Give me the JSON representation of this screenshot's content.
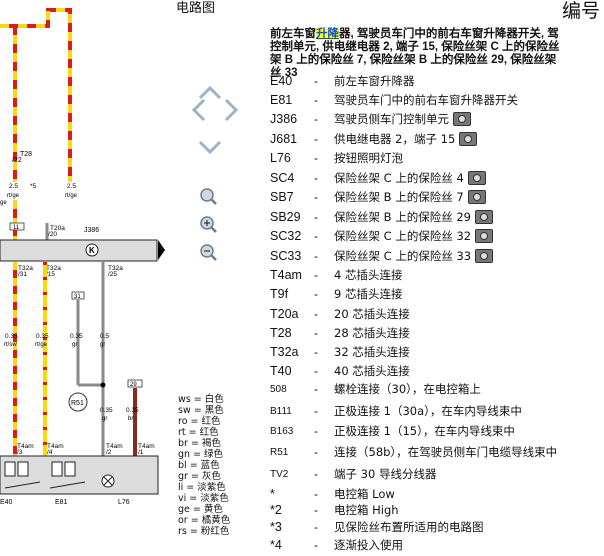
{
  "header": {
    "diagram_title": "电路图",
    "number_label": "编号"
  },
  "description": {
    "prefix": "前左车窗",
    "highlight": "升降",
    "lines": [
      "器, 驾驶员车门中的前右车窗升降器开关, 驾",
      "控制单元, 供电继电器 2, 端子 15, 保险丝架 C 上的保险丝",
      "架 B 上的保险丝 7, 保险丝架 B 上的保险丝 29, 保险丝架",
      "丝 33"
    ]
  },
  "controls": {
    "up": "up-arrow",
    "left": "left-arrow",
    "right": "right-arrow",
    "down": "down-arrow",
    "zoom_fit": "zoom-magnifier",
    "zoom_in": "zoom-in",
    "zoom_out": "zoom-out"
  },
  "legend": [
    {
      "code": "E40",
      "text": "前左车窗升降器",
      "cam": false
    },
    {
      "code": "E81",
      "text": "驾驶员车门中的前右车窗升降器开关",
      "cam": false
    },
    {
      "code": "J386",
      "text": "驾驶员侧车门控制单元",
      "cam": true
    },
    {
      "code": "J681",
      "text": "供电继电器 2，端子 15",
      "cam": true
    },
    {
      "code": "L76",
      "text": "按钮照明灯泡",
      "cam": false
    },
    {
      "code": "SC4",
      "text": "保险丝架 C 上的保险丝 4",
      "cam": true
    },
    {
      "code": "SB7",
      "text": "保险丝架 B 上的保险丝 7",
      "cam": true
    },
    {
      "code": "SB29",
      "text": "保险丝架 B 上的保险丝 29",
      "cam": true
    },
    {
      "code": "SC32",
      "text": "保险丝架 C 上的保险丝 32",
      "cam": true
    },
    {
      "code": "SC33",
      "text": "保险丝架 C 上的保险丝 33",
      "cam": true
    },
    {
      "code": "T4am",
      "text": "4 芯插头连接",
      "cam": false
    },
    {
      "code": "T9f",
      "text": "9 芯插头连接",
      "cam": false
    },
    {
      "code": "T20a",
      "text": "20 芯插头连接",
      "cam": false
    },
    {
      "code": "T28",
      "text": "28 芯插头连接",
      "cam": false
    },
    {
      "code": "T32a",
      "text": "32 芯插头连接",
      "cam": false
    },
    {
      "code": "T40",
      "text": "40 芯插头连接",
      "cam": false
    },
    {
      "code": "508",
      "text": "螺栓连接（30），在电控箱上",
      "cam": false
    },
    {
      "code": "B111",
      "text": "正极连接 1（30a），在车内导线束中",
      "cam": false
    },
    {
      "code": "B163",
      "text": "正极连接 1（15），在车内导线束中",
      "cam": false
    },
    {
      "code": "R51",
      "text": "连接（58b），在驾驶员侧车门电缆导线束中",
      "cam": false
    },
    {
      "code": "TV2",
      "text": "端子 30 导线分线器",
      "cam": false
    },
    {
      "code": "*",
      "text": "电控箱 Low",
      "cam": false
    },
    {
      "code": "*2",
      "text": "电控箱 High",
      "cam": false
    },
    {
      "code": "*3",
      "text": "见保险丝布置所适用的电路图",
      "cam": false
    },
    {
      "code": "*4",
      "text": "逐渐投入使用",
      "cam": false
    }
  ],
  "color_codes": [
    "ws = 白色",
    "sw = 黑色",
    "ro = 红色",
    "rt = 红色",
    "br = 褐色",
    "gn = 绿色",
    "bl = 蓝色",
    "gr = 灰色",
    "li = 淡紫色",
    "vi = 淡紫色",
    "ge = 黄色",
    "or = 橘黄色",
    "rs = 粉红色"
  ],
  "diagram": {
    "labels": {
      "t28": "T28",
      "t28b": "/22",
      "w1": "2.5",
      "w1c": "rt/ge",
      "w2": "2.5",
      "w2c": "rt/ge",
      "star5": "*5",
      "ge": "ge",
      "n11": "11",
      "t20a": "T20a",
      "t20n": "/20",
      "j386": "J386",
      "t32a1": "T32a",
      "t32a1n": "/31",
      "t32a2": "T32a",
      "t32a2n": "/15",
      "t32a3": "T32a",
      "t32a3n": "/25",
      "n31": "31",
      "w3": "0.35",
      "w3c": "rt/sw",
      "w4": "0.35",
      "w4c": "rt/ge",
      "w5": "0.35",
      "w5c": "gr",
      "w6": "0.5",
      "w6c": "gr",
      "r51": "R51",
      "n29": "29",
      "w7": "0.35",
      "w7c": "gr",
      "w8": "0.35",
      "w8c": "br",
      "c1": "T4am",
      "c1n": "/3",
      "c2": "T4am",
      "c2n": "/4",
      "c3": "T4am",
      "c3n": "/2",
      "c4": "T4am",
      "c4n": "/1",
      "e40": "E40",
      "e81": "E81",
      "l76": "L76"
    },
    "colors": {
      "red": "#e01a1a",
      "yellow": "#f5dc12",
      "gray": "#8a8a8a",
      "brown": "#8b2a1a",
      "box": "#dcdcdc"
    }
  }
}
